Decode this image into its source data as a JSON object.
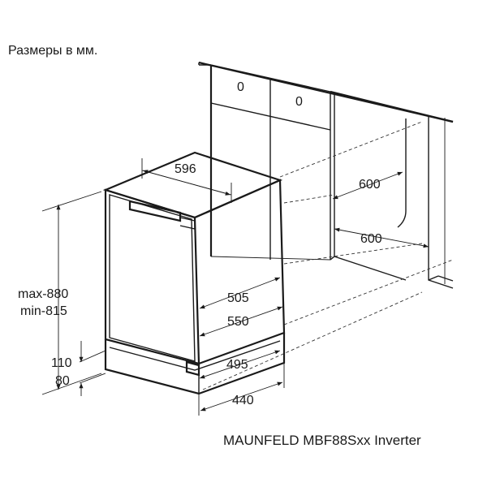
{
  "header": {
    "units_note": "Размеры в мм."
  },
  "cabinet": {
    "drawer_knob_left": "0",
    "drawer_knob_right": "0"
  },
  "dimensions": {
    "top_width": "596",
    "niche_depth": "600",
    "niche_width": "600",
    "height_max": "max-880",
    "height_min": "min-815",
    "depth_505": "505",
    "depth_550": "550",
    "plinth_110": "110",
    "plinth_80": "80",
    "base_495": "495",
    "base_440": "440"
  },
  "footer": {
    "model": "MAUNFELD MBF88Sxx Inverter"
  }
}
